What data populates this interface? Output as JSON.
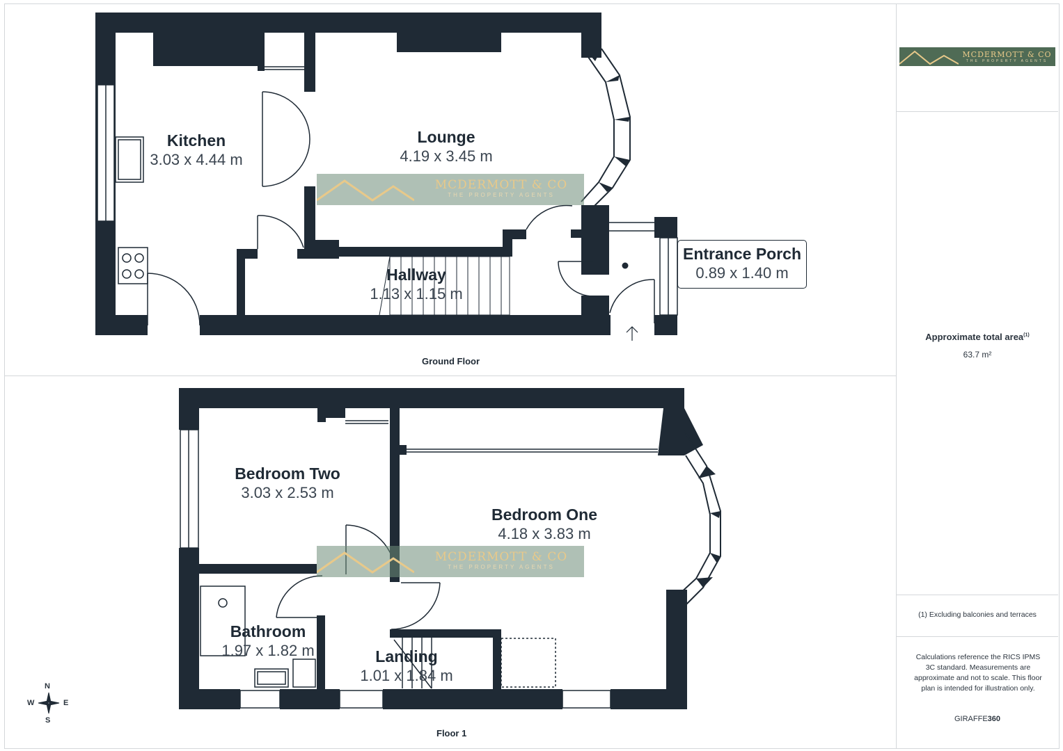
{
  "brand": {
    "name": "MCDERMOTT & CO",
    "tagline": "THE PROPERTY AGENTS"
  },
  "floors": [
    {
      "title": "Ground Floor",
      "rooms": [
        {
          "name": "Kitchen",
          "dims": "3.03 x 4.44 m"
        },
        {
          "name": "Lounge",
          "dims": "4.19 x 3.45 m"
        },
        {
          "name": "Hallway",
          "dims": "1.13 x 1.15 m"
        },
        {
          "name": "Entrance Porch",
          "dims": "0.89 x 1.40 m"
        }
      ]
    },
    {
      "title": "Floor 1",
      "rooms": [
        {
          "name": "Bedroom Two",
          "dims": "3.03 x 2.53 m"
        },
        {
          "name": "Bedroom One",
          "dims": "4.18 x 3.83 m"
        },
        {
          "name": "Bathroom",
          "dims": "1.97 x 1.82 m"
        },
        {
          "name": "Landing",
          "dims": "1.01 x 1.84 m"
        }
      ]
    }
  ],
  "summary": {
    "area_label": "Approximate total area",
    "area_footnote_marker": "(1)",
    "area_value": "63.7 m²",
    "footnote": "(1) Excluding balconies and terraces",
    "disclaimer": "Calculations reference the RICS IPMS 3C standard. Measurements are approximate and not to scale. This floor plan is intended for illustration only.",
    "credit_prefix": "GIRAFFE",
    "credit_suffix": "360"
  },
  "compass": {
    "n": "N",
    "s": "S",
    "e": "E",
    "w": "W"
  },
  "colors": {
    "wall": "#1f2a35",
    "logo_bg": "#4f6b55",
    "logo_text": "#e8c98a"
  }
}
